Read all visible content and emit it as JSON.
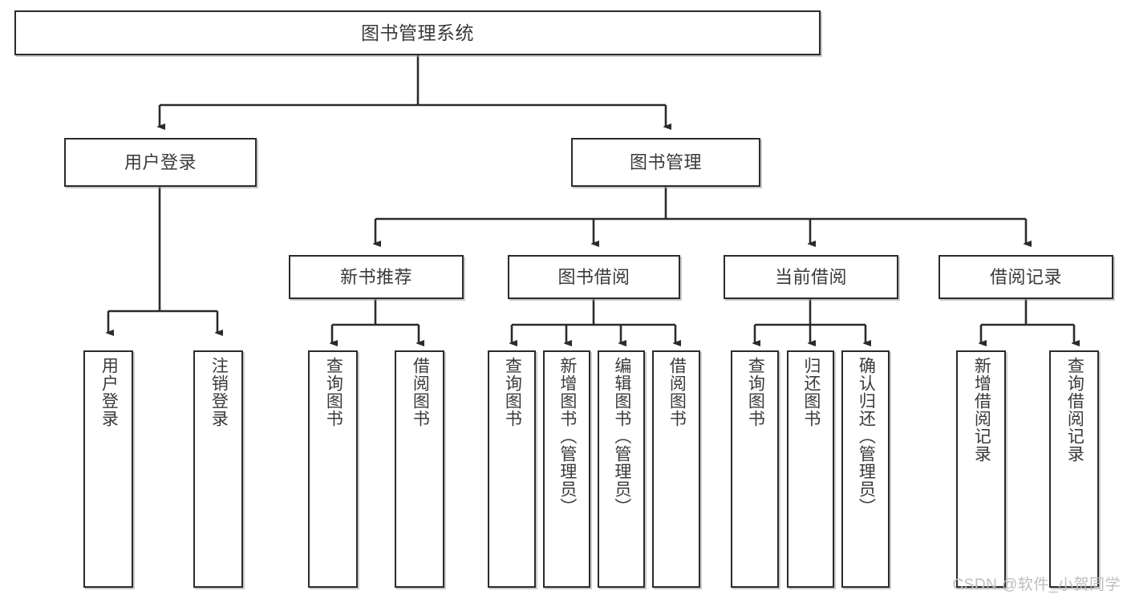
{
  "diagram": {
    "title": "图书管理系统",
    "type": "hierarchy-tree",
    "levels": 4,
    "root": {
      "label": "图书管理系统"
    },
    "level2": [
      {
        "label": "用户登录"
      },
      {
        "label": "图书管理"
      }
    ],
    "level3": [
      {
        "label": "新书推荐"
      },
      {
        "label": "图书借阅"
      },
      {
        "label": "当前借阅"
      },
      {
        "label": "借阅记录"
      }
    ],
    "leaves": {
      "user_login": [
        {
          "label": "用户登录"
        },
        {
          "label": "注销登录"
        }
      ],
      "new_book_recommend": [
        {
          "label": "查询图书"
        },
        {
          "label": "借阅图书"
        }
      ],
      "book_borrow": [
        {
          "label": "查询图书"
        },
        {
          "label": "新增图书（管理员）"
        },
        {
          "label": "编辑图书（管理员）"
        },
        {
          "label": "借阅图书"
        }
      ],
      "current_borrow": [
        {
          "label": "查询图书"
        },
        {
          "label": "归还图书"
        },
        {
          "label": "确认归还（管理员）"
        }
      ],
      "borrow_record": [
        {
          "label": "新增借阅记录"
        },
        {
          "label": "查询借阅记录"
        }
      ]
    }
  },
  "watermark": {
    "text": "CSDN @软件_小贺同学"
  },
  "colors": {
    "border": "#2b2b2b",
    "text": "#3a3a3a",
    "background": "#ffffff",
    "shadow": "#a0a0a0",
    "watermark": "#bdbdbd"
  }
}
